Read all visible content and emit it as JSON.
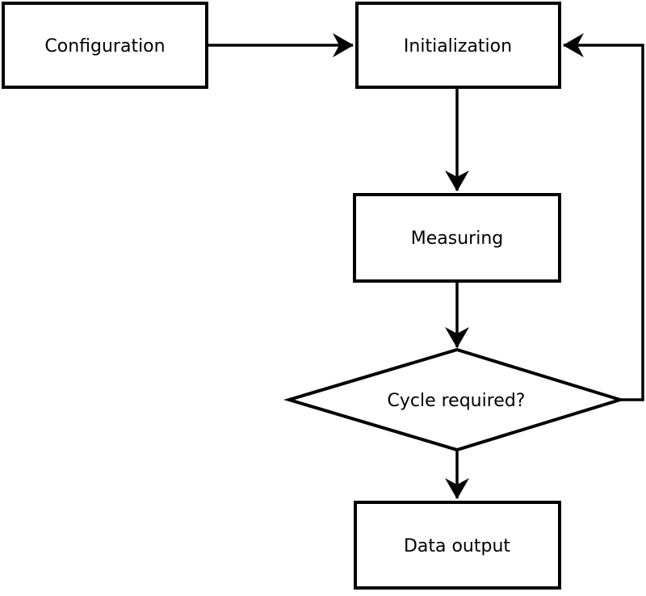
{
  "diagram": {
    "type": "flowchart",
    "background_color": "#ffffff",
    "stroke_color": "#000000",
    "text_color": "#000000",
    "nodes": [
      {
        "id": "configuration",
        "label": "Configuration",
        "shape": "rectangle"
      },
      {
        "id": "initialization",
        "label": "Initialization",
        "shape": "rectangle"
      },
      {
        "id": "measuring",
        "label": "Measuring",
        "shape": "rectangle"
      },
      {
        "id": "cycle-required",
        "label": "Cycle required?",
        "shape": "diamond"
      },
      {
        "id": "data-output",
        "label": "Data output",
        "shape": "rectangle"
      }
    ],
    "edges": [
      {
        "from": "configuration",
        "to": "initialization",
        "style": "arrow-right"
      },
      {
        "from": "initialization",
        "to": "measuring",
        "style": "arrow-down"
      },
      {
        "from": "measuring",
        "to": "cycle-required",
        "style": "arrow-down"
      },
      {
        "from": "cycle-required",
        "to": "data-output",
        "style": "arrow-down"
      },
      {
        "from": "cycle-required",
        "to": "initialization",
        "style": "feedback-loop-right-up"
      }
    ]
  }
}
